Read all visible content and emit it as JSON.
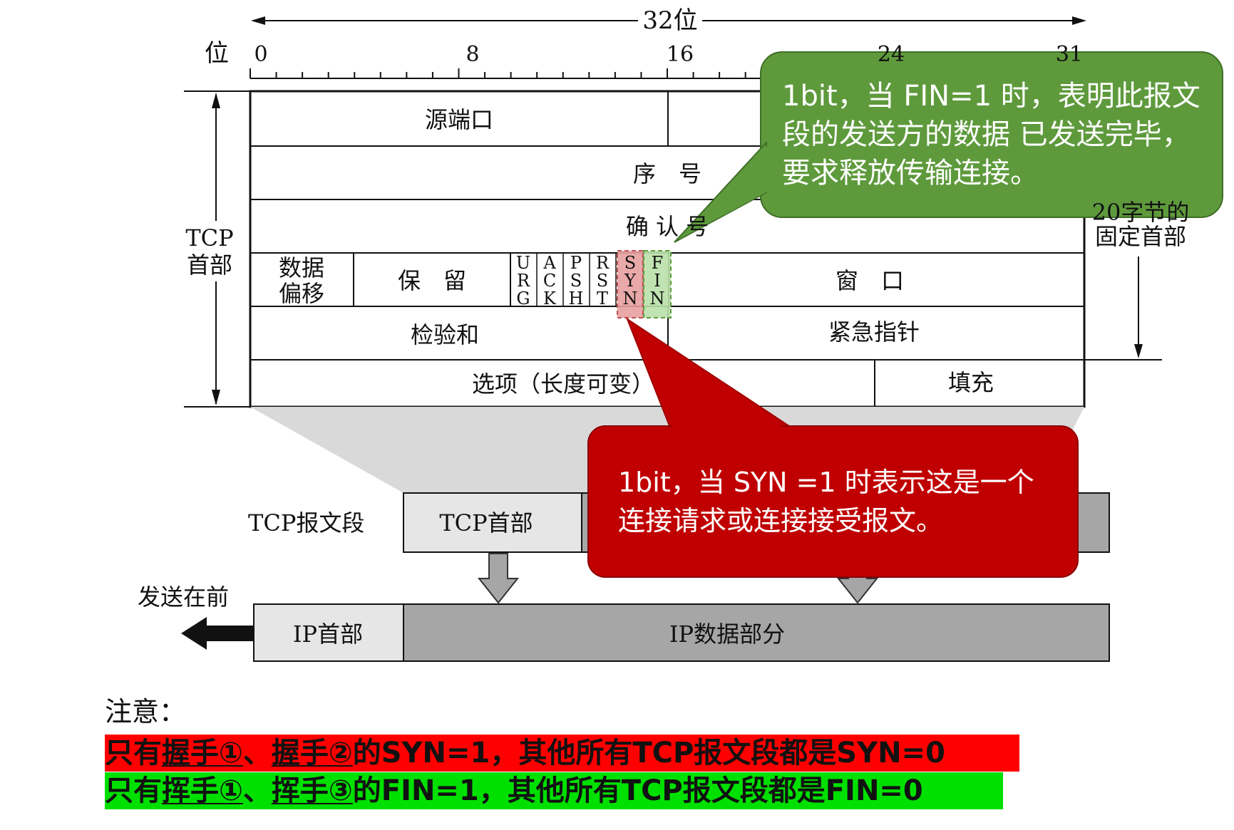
{
  "header": {
    "width_label": "32位",
    "bit_label": "位"
  },
  "ruler": {
    "ticks": [
      "0",
      "8",
      "16",
      "24",
      "31"
    ]
  },
  "header_brace": {
    "tcp": "TCP",
    "head": "首部",
    "fixed_suffix": "20字节的",
    "fixed": "固定首部"
  },
  "fields": {
    "src_port": "源端口",
    "seq": "序　号",
    "ack": "确 认 号",
    "data_offset_1": "数据",
    "data_offset_2": "偏移",
    "reserved": "保　留",
    "flags": [
      {
        "name": "URG",
        "letters": [
          "U",
          "R",
          "G"
        ]
      },
      {
        "name": "ACK",
        "letters": [
          "A",
          "C",
          "K"
        ]
      },
      {
        "name": "PSH",
        "letters": [
          "P",
          "S",
          "H"
        ]
      },
      {
        "name": "RST",
        "letters": [
          "R",
          "S",
          "T"
        ]
      },
      {
        "name": "SYN",
        "letters": [
          "S",
          "Y",
          "N"
        ]
      },
      {
        "name": "FIN",
        "letters": [
          "F",
          "I",
          "N"
        ]
      }
    ],
    "window": "窗　口",
    "checksum": "检验和",
    "urgent": "紧急指针",
    "options": "选项（长度可变）",
    "padding": "填充"
  },
  "segment": {
    "label": "TCP报文段",
    "tcp_header": "TCP首部",
    "send_first": "发送在前",
    "ip_header": "IP首部",
    "ip_data": "IP数据部分"
  },
  "callouts": {
    "fin": "1bit，当 FIN=1 时，表明此报文段的发送方的数据 已发送完毕，要求释放传输连接。",
    "syn": "1bit，当 SYN =1 时表示这是一个连接请求或连接接受报文。"
  },
  "colors": {
    "fin_green": "#5e9a3c",
    "syn_red": "#c00000",
    "highlight_red": "#ff0000",
    "highlight_green": "#00e000",
    "gray_box": "#a6a6a6",
    "light_box": "#e6e6e6"
  },
  "note": {
    "title": "注意：",
    "line1": {
      "prefix": "只有",
      "u1": "握手①",
      "sep": "、",
      "u2": "握手②",
      "suffix": "的SYN=1，其他所有TCP报文段都是SYN=0"
    },
    "line2": {
      "prefix": "只有",
      "u1": "挥手①",
      "sep": "、",
      "u2": "挥手③",
      "suffix": "的FIN=1，其他所有TCP报文段都是FIN=0"
    }
  }
}
